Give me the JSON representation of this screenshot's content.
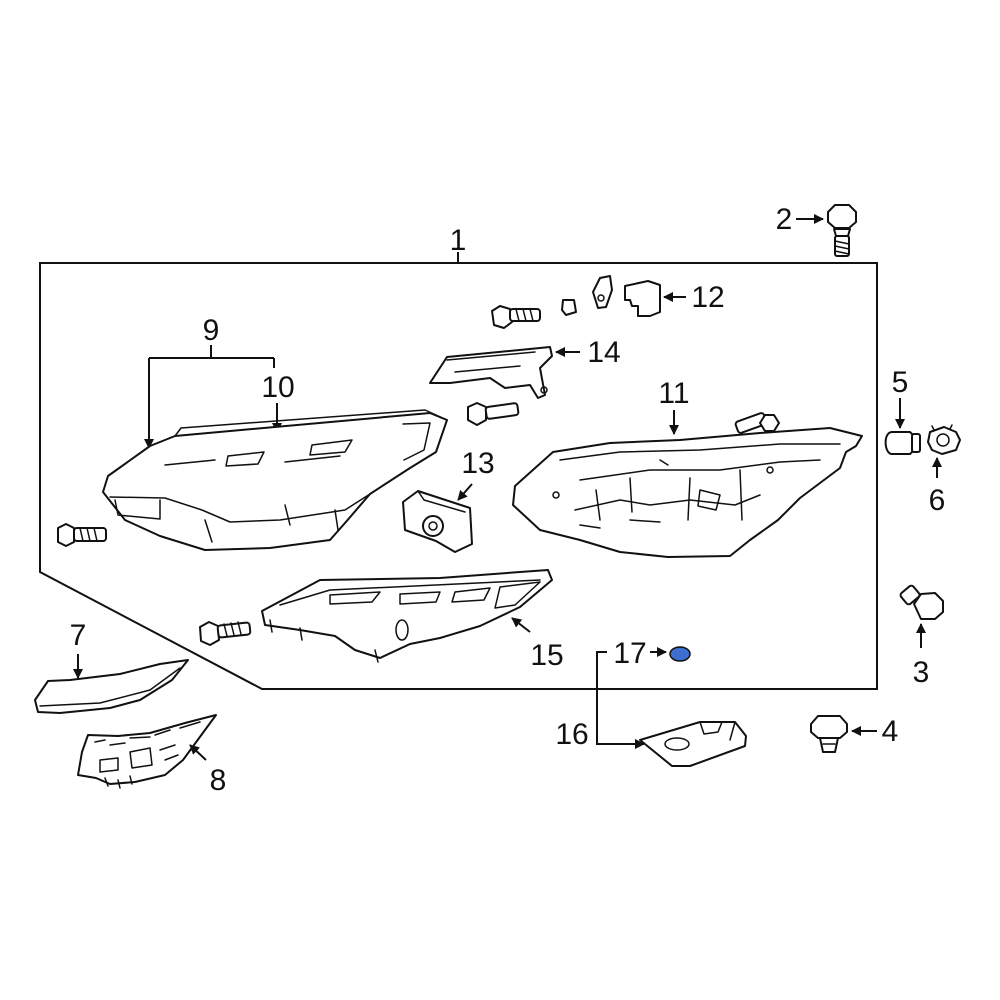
{
  "callouts": {
    "c1": "1",
    "c2": "2",
    "c3": "3",
    "c4": "4",
    "c5": "5",
    "c6": "6",
    "c7": "7",
    "c8": "8",
    "c9": "9",
    "c10": "10",
    "c11": "11",
    "c12": "12",
    "c13": "13",
    "c14": "14",
    "c15": "15",
    "c16": "16",
    "c17": "17"
  },
  "colors": {
    "highlight_part": "#3d6fd1",
    "line": "#111111"
  }
}
